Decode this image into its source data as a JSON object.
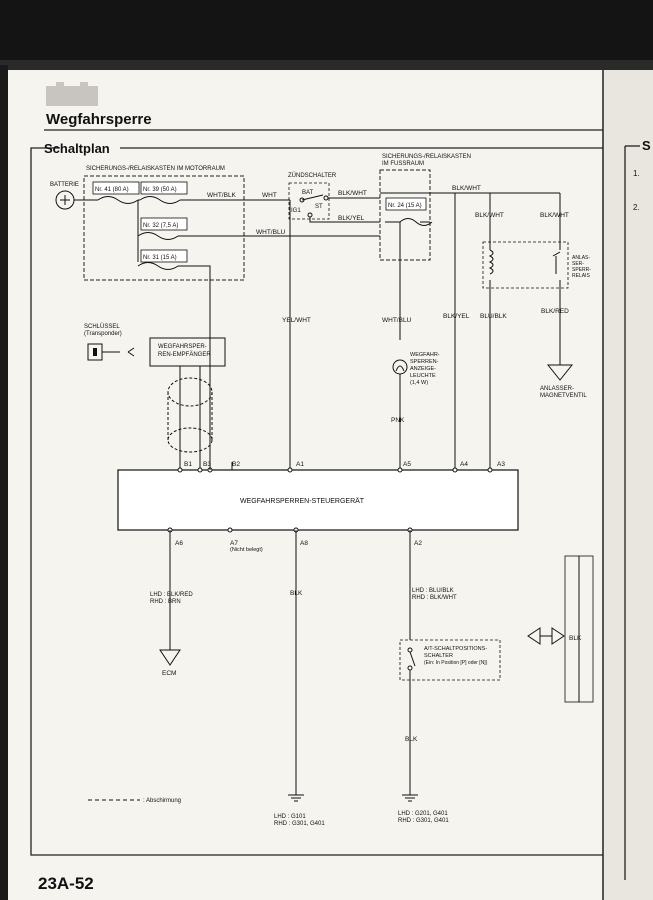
{
  "header": {
    "title": "Wegfahrsperre",
    "section": "Schaltplan",
    "next_column_letter": "S",
    "next_column_items": [
      "1.",
      "2."
    ]
  },
  "footer": {
    "page_number": "23A-52"
  },
  "diagram": {
    "fuse_box_motor": "SICHERUNGS-/RELAISKASTEN IM MOTORRAUM",
    "fuse_box_foot": [
      "SICHERUNGS-/RELAISKASTEN",
      "IM FUSSRAUM"
    ],
    "battery": "BATTERIE",
    "ignition_switch": "ZÜNDSCHALTER",
    "ign_bat": "BAT",
    "ign_ig1": "IG1",
    "ign_st": "ST",
    "fuses": {
      "f41": "Nr. 41 (80 A)",
      "f39": "Nr. 39 (50 A)",
      "f32": "Nr. 32 (7,5 A)",
      "f31": "Nr. 31 (15 A)",
      "f24": "Nr. 24 (15 A)"
    },
    "wires": {
      "wht_blk": "WHT/BLK",
      "wht": "WHT",
      "blk_wht_1": "BLK/WHT",
      "blk_yel_1": "BLK/YEL",
      "wht_blu_1": "WHT/BLU",
      "blk_wht_2": "BLK/WHT",
      "blk_wht_3": "BLK/WHT",
      "blk_wht_4": "BLK/WHT",
      "yel_wht": "YEL/WHT",
      "wht_blu_2": "WHT/BLU",
      "blk_yel_2": "BLK/YEL",
      "blu_blk": "BLU/BLK",
      "blk_red": "BLK/RED",
      "pnk": "PNK",
      "blk_a8": "BLK",
      "blk_lower": "BLK",
      "blk_right": "BLK"
    },
    "key": [
      "SCHLÜSSEL",
      "(Transponder)"
    ],
    "receiver": [
      "WEGFAHRSPER-",
      "REN-EMPFÄNGER"
    ],
    "indicator": [
      "WEGFAHR-",
      "SPERREN-",
      "ANZEIGE-",
      "LEUCHTE",
      "(1,4 W)"
    ],
    "relay": [
      "ANLAS-",
      "SER-",
      "SPERR-",
      "RELAIS"
    ],
    "starter": [
      "ANLASSER-",
      "MAGNETVENTIL"
    ],
    "control_unit": "WEGFAHRSPERREN-STEUERGERÄT",
    "pins_top": [
      "B1",
      "B3",
      "B2",
      "A1",
      "A5",
      "A4",
      "A3"
    ],
    "pins_bottom": [
      "A6",
      "A7",
      "A8",
      "A2"
    ],
    "not_used": "(Nicht belegt)",
    "a6_wire": [
      "LHD : BLK/RED",
      "RHD : BRN"
    ],
    "a2_wire": [
      "LHD : BLU/BLK",
      "RHD : BLK/WHT"
    ],
    "ecm": "ECM",
    "at_switch": [
      "A/T-SCHALTPOSITIONS-",
      "SCHALTER",
      "(Ein: In Position  [P] oder [N])"
    ],
    "ground_left": [
      "LHD : G101",
      "RHD : G301, G401"
    ],
    "ground_right": [
      "LHD : G201, G401",
      "RHD : G301, G401"
    ],
    "shield_legend": ": Abschirmung"
  }
}
